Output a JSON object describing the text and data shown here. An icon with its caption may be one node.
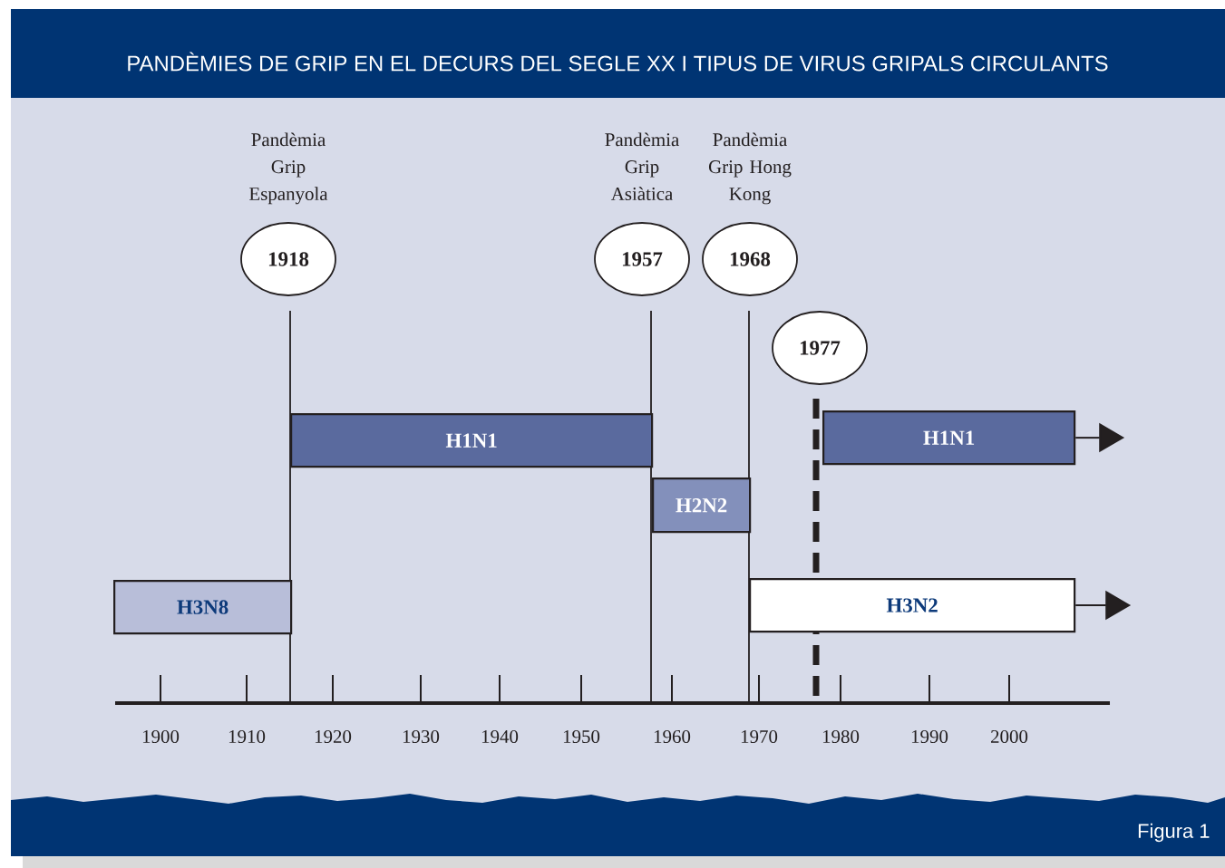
{
  "diagram": {
    "title": "PANDÈMIES DE GRIP EN EL DECURS DEL SEGLE XX I TIPUS DE VIRUS GRIPALS CIRCULANTS",
    "caption": "Figura 1",
    "nodes": [
      {
        "text": [
          "1918"
        ],
        "beside": [
          "Pandèmia Grip Espanyola"
        ]
      },
      {
        "text": [
          "1957"
        ],
        "beside": [
          "Pandèmia Grip Asiàtica"
        ]
      },
      {
        "text": [
          "1968"
        ],
        "beside": [
          "Pandèmia Grip Hong Kong"
        ]
      },
      {
        "text": [
          "1977"
        ]
      },
      {
        "text": [
          "H1N1"
        ]
      },
      {
        "text": [
          "H1N1"
        ]
      },
      {
        "text": [
          "H2N2"
        ]
      },
      {
        "text": [
          "H3N8"
        ]
      },
      {
        "text": [
          "H3N2"
        ]
      }
    ],
    "edges": [
      {
        "from": 5,
        "to": null,
        "arrow": "to"
      },
      {
        "from": 8,
        "to": null,
        "arrow": "to"
      }
    ],
    "labels": [
      "1900",
      "1910",
      "1920",
      "1930",
      "1940",
      "1950",
      "1960",
      "1970",
      "1980",
      "1990",
      "2000"
    ]
  }
}
